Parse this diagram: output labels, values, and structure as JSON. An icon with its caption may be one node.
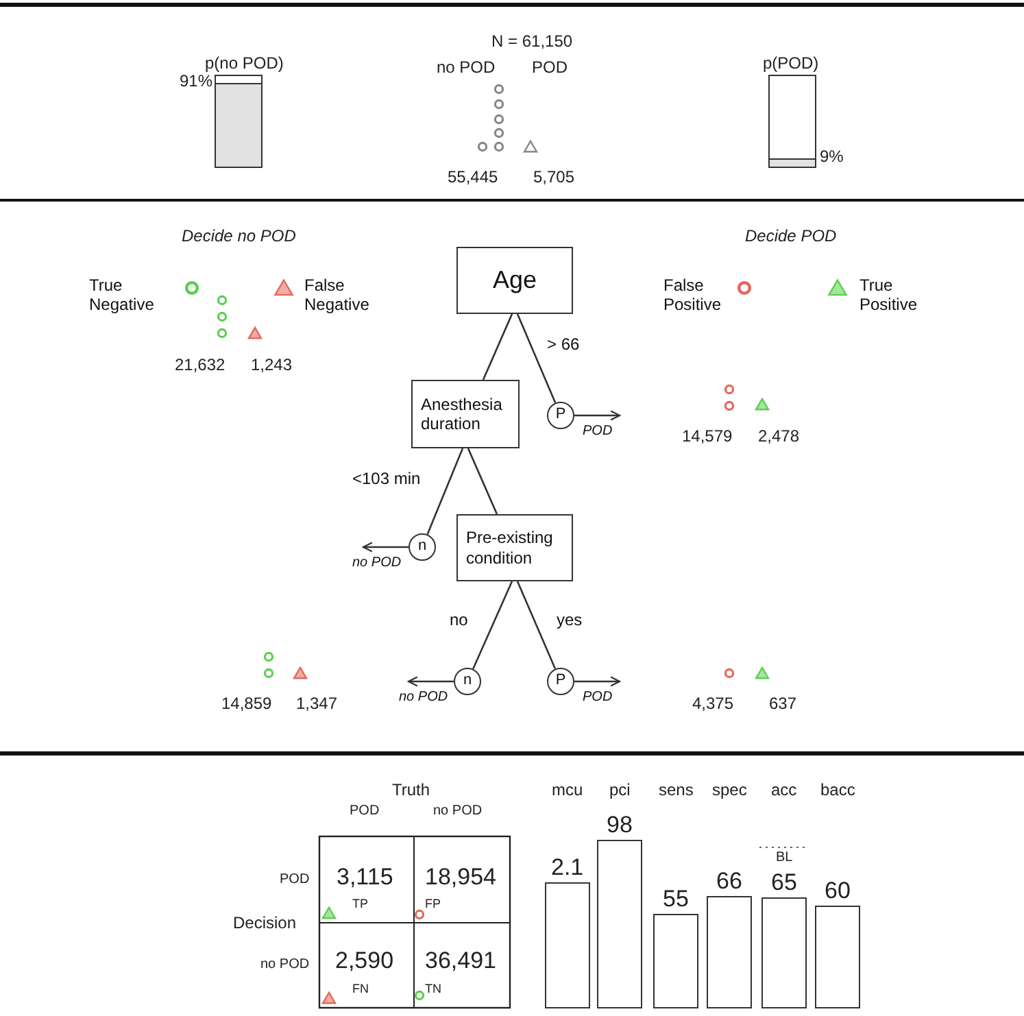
{
  "diagram": {
    "nodes": [
      {
        "text": [
          "Age"
        ]
      },
      {
        "text": [
          "Anesthesia duration"
        ]
      },
      {
        "text": [
          "P"
        ]
      },
      {
        "text": [
          "n"
        ]
      },
      {
        "text": [
          "Pre-existing condition"
        ]
      },
      {
        "text": [
          "n"
        ]
      },
      {
        "text": [
          "P"
        ]
      }
    ],
    "edges": [
      {
        "from": 0,
        "to": 1,
        "arrow": "none"
      },
      {
        "from": 0,
        "to": 2,
        "arrow": "none",
        "label": "> 66"
      },
      {
        "from": 1,
        "to": 3,
        "arrow": "none",
        "label": "<103 min"
      },
      {
        "from": 1,
        "to": 4,
        "arrow": "none"
      },
      {
        "from": 4,
        "to": 5,
        "arrow": "none",
        "label": "no"
      },
      {
        "from": 4,
        "to": 6,
        "arrow": "none",
        "label": "yes"
      },
      {
        "from": 2,
        "to": null,
        "arrow": "to",
        "label": "POD"
      },
      {
        "from": 3,
        "to": null,
        "arrow": "to",
        "label": "no POD"
      },
      {
        "from": 5,
        "to": null,
        "arrow": "to",
        "label": "no POD"
      },
      {
        "from": 6,
        "to": null,
        "arrow": "to",
        "label": "POD"
      }
    ],
    "labels": [
      "p(no POD)",
      "91%",
      "N = 61,150",
      "no POD",
      "POD",
      "p(POD)",
      "9%",
      "55,445",
      "5,705",
      "Decide no POD",
      "Decide POD",
      "14,579",
      "2,478",
      "21,632",
      "1,243",
      "14,859",
      "1,347",
      "4,375",
      "637",
      "Truth",
      "POD",
      "no POD",
      "mcu",
      "pci",
      "sens",
      "spec",
      "acc",
      "bacc",
      "98",
      "2.1",
      "BL",
      "66",
      "65",
      "55",
      "60",
      "POD",
      "3,115",
      "TP",
      "18,954",
      "FP",
      "Decision",
      "no POD",
      "2,590",
      "FN",
      "36,491",
      "TN"
    ],
    "legend": [
      {
        "text": "True Negative"
      },
      {
        "text": "False Negative"
      },
      {
        "text": "False Positive"
      },
      {
        "text": "True Positive"
      }
    ]
  }
}
